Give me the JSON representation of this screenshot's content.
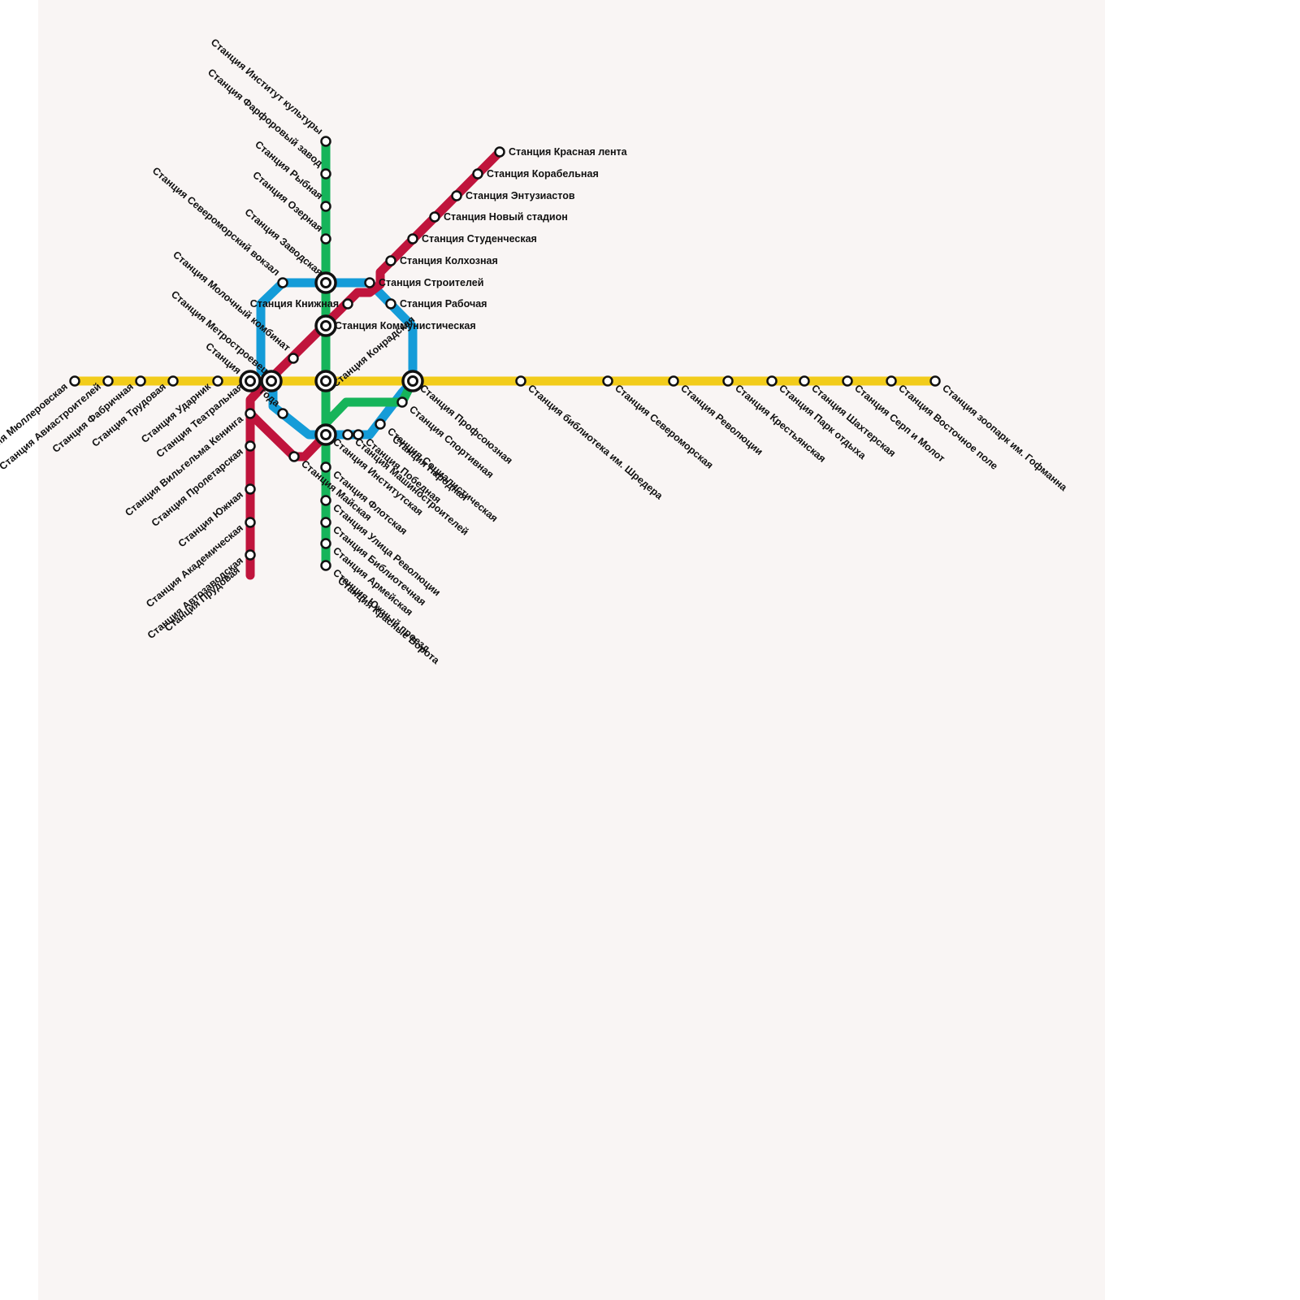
{
  "colors": {
    "background": "#f9f5f4",
    "yellow_line": "#f2cc1a",
    "red_line": "#c0143c",
    "green_line": "#16b45a",
    "blue_line": "#159cd8",
    "station_fill": "#ffffff",
    "station_stroke": "#111111"
  },
  "stations": {
    "yellow": [
      "Станция Мюллеровская",
      "Станция Авиастроителей",
      "Станция Фабричная",
      "Станция Трудовая",
      "Станция Ударник",
      "Станция Театральная",
      "Станция Метростроевец",
      "Станция Конрадская",
      "Станция Профсоюзная",
      "Станция библиотека им. Шредера",
      "Станция Североморская",
      "Станция Революции",
      "Станция Крестьянская",
      "Станция Парк отдыха",
      "Станция Шахтерская",
      "Станция Серп и Молот",
      "Станция Восточное поле",
      "Станция зоопарк им. Гофманна"
    ],
    "green": [
      "Станция Институт культуры",
      "Станция Фарфоровый завод",
      "Станция Рыбная",
      "Станция Озерная",
      "Станция Заводская",
      "Станция Коммунистическая",
      "Станция Флотская",
      "Станция Улица Революции",
      "Станция Библиотечная",
      "Станция Армейская",
      "Станция Южный проезд",
      "Станция Красные Ворота",
      "Станция Спортивная"
    ],
    "red": [
      "Станция Красная лента",
      "Станция Корабельная",
      "Станция Энтузиастов",
      "Станция Новый стадион",
      "Станция Студенческая",
      "Станция Колхозная",
      "Станция Книжная",
      "Станция Молочный комбинат",
      "Станция Вильгельма Кенинга",
      "Станция Пролетарская",
      "Станция Южная",
      "Станция Академическая",
      "Станция Автозаводская",
      "Станция Прудовая",
      "Станция 1905 года"
    ],
    "blue": [
      "Станция Североморский вокзал",
      "Станция Строителей",
      "Станция Рабочая",
      "Станция Социалистическая",
      "Станция Народная",
      "Станция Победная",
      "Станция Машиностроителей",
      "Станция Институтская",
      "Станция Майская"
    ]
  }
}
